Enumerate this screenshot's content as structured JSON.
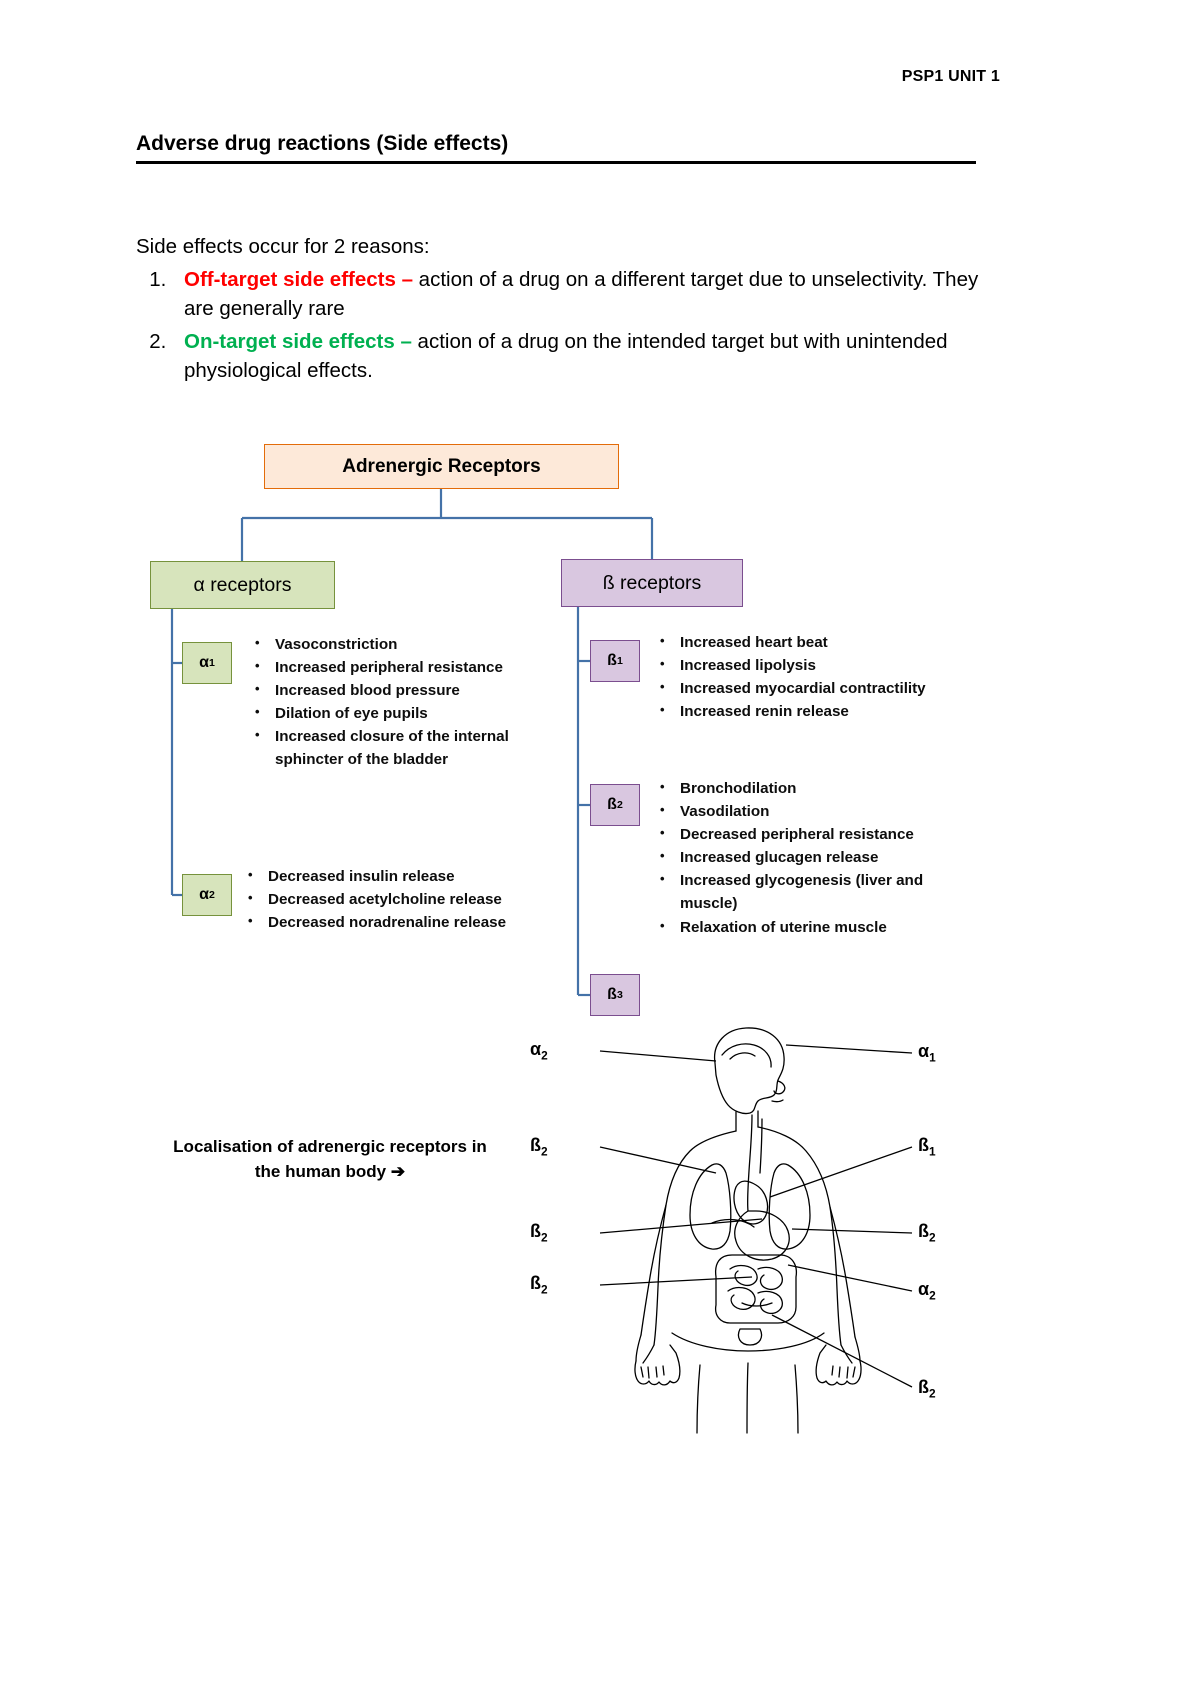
{
  "header": {
    "unit": "PSP1 UNIT 1"
  },
  "title": "Adverse drug reactions (Side effects)",
  "intro": {
    "lead": "Side effects occur for 2 reasons:",
    "reasons": [
      {
        "term": "Off-target side effects –",
        "term_color": "#FF0000",
        "text": " action of a drug on a different target due to unselectivity. They are generally rare"
      },
      {
        "term": "On-target side effects –",
        "term_color": "#00B050",
        "text": " action of a drug on the intended target but with unintended physiological effects."
      }
    ]
  },
  "flowchart": {
    "root": {
      "label": "Adrenergic Receptors",
      "fill": "#FDE9D9",
      "border": "#E36C0A"
    },
    "connector_color": "#4472A8",
    "branches": [
      {
        "id": "alpha",
        "label": "α receptors",
        "fill": "#D7E4BC",
        "border": "#76923C",
        "subtypes": [
          {
            "id": "alpha1",
            "symbol": "α",
            "subscript": "1",
            "effects": [
              "Vasoconstriction",
              "Increased peripheral resistance",
              "Increased blood pressure",
              "Dilation of eye pupils",
              "Increased closure of the internal sphincter of the bladder"
            ]
          },
          {
            "id": "alpha2",
            "symbol": "α",
            "subscript": "2",
            "effects": [
              "Decreased insulin release",
              "Decreased acetylcholine release",
              "Decreased noradrenaline release"
            ]
          }
        ]
      },
      {
        "id": "beta",
        "label": "ß receptors",
        "fill": "#D9C7E0",
        "border": "#7B4E8F",
        "subtypes": [
          {
            "id": "beta1",
            "symbol": "ß",
            "subscript": "1",
            "effects": [
              "Increased heart beat",
              "Increased lipolysis",
              "Increased myocardial contractility",
              "Increased renin release"
            ]
          },
          {
            "id": "beta2",
            "symbol": "ß",
            "subscript": "2",
            "effects": [
              "Bronchodilation",
              "Vasodilation",
              "Decreased peripheral resistance",
              "Increased glucagen release",
              "Increased glycogenesis (liver and muscle)",
              "Relaxation of uterine muscle"
            ]
          },
          {
            "id": "beta3",
            "symbol": "ß",
            "subscript": "3",
            "effects": []
          }
        ]
      }
    ]
  },
  "body_figure": {
    "caption_line1": "Localisation of adrenergic receptors in",
    "caption_line2": "the human body",
    "caption_arrow": "➔",
    "labels": [
      {
        "id": "head-left",
        "symbol": "α",
        "subscript": "2"
      },
      {
        "id": "head-right",
        "symbol": "α",
        "subscript": "1"
      },
      {
        "id": "chest-left",
        "symbol": "ß",
        "subscript": "2"
      },
      {
        "id": "chest-right",
        "symbol": "ß",
        "subscript": "1"
      },
      {
        "id": "mid-left",
        "symbol": "ß",
        "subscript": "2"
      },
      {
        "id": "mid-right",
        "symbol": "ß",
        "subscript": "2"
      },
      {
        "id": "low-left",
        "symbol": "ß",
        "subscript": "2"
      },
      {
        "id": "low-right",
        "symbol": "α",
        "subscript": "2"
      },
      {
        "id": "bottom-right",
        "symbol": "ß",
        "subscript": "2"
      }
    ]
  }
}
